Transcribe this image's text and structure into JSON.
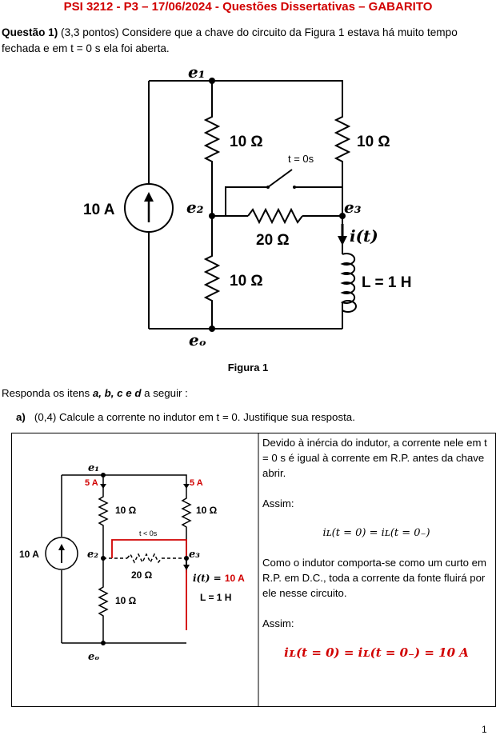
{
  "header": {
    "title": "PSI 3212 - P3 – 17/06/2024 -  Questões Dissertativas – GABARITO"
  },
  "question1": {
    "label": "Questão 1)",
    "points": "(3,3 pontos)",
    "text": " Considere que a chave do circuito da Figura 1 estava há muito tempo fechada e em t = 0 s ela foi aberta."
  },
  "figure1": {
    "caption": "Figura 1",
    "node_e1": "e₁",
    "node_e2": "e₂",
    "node_e3": "e₃",
    "node_eo": "eₒ",
    "source": "10 A",
    "r_left_top": "10 Ω",
    "r_right_top": "10 Ω",
    "r_mid": "20 Ω",
    "r_left_bottom": "10 Ω",
    "switch": "t = 0s",
    "current": "i(t)",
    "inductor": "L = 1 H"
  },
  "instructions": {
    "prefix": "Responda os itens ",
    "items": "a, b, c e d",
    "suffix": " a seguir :"
  },
  "item_a": {
    "label": "a)",
    "text": "(0,4) Calcule a corrente no indutor em t = 0. Justifique sua resposta."
  },
  "figure_a": {
    "node_e1": "e₁",
    "node_e2": "e₂",
    "node_e3": "e₃",
    "node_eo": "eₒ",
    "source": "10 A",
    "i_left": "5 A",
    "i_right": "5 A",
    "r_left_top": "10 Ω",
    "r_right_top": "10 Ω",
    "switch": "t < 0s",
    "r_mid": "20 Ω",
    "r_left_bottom": "10 Ω",
    "current_label": "i(t) = ",
    "current_value": "10 A",
    "inductor": "L = 1 H"
  },
  "answer": {
    "p1": "Devido à inércia do indutor, a corrente nele em t = 0 s é igual à corrente em R.P. antes da chave abrir.",
    "p2": "Assim:",
    "eq1": "iʟ(t = 0) = iʟ(t = 0₋)",
    "p3": "Como o indutor comporta-se como um curto em R.P. em D.C., toda a corrente da fonte fluirá por ele nesse circuito.",
    "p4": "Assim:",
    "eq2": "iʟ(t = 0) = iʟ(t = 0₋) = 10 A"
  },
  "page_number": "1",
  "colors": {
    "title": "#d10000",
    "highlight": "#d10000"
  }
}
